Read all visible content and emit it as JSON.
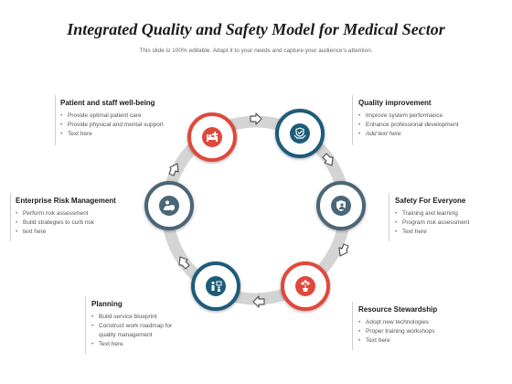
{
  "title": "Integrated Quality and Safety Model for Medical Sector",
  "subtitle": "This slide is 100% editable. Adapt it to your needs and capture your audience's attention.",
  "colors": {
    "red": "#e0483a",
    "blue": "#1d5b7a",
    "slate": "#4a6678",
    "ring": "#d4d4d4"
  },
  "items": [
    {
      "heading": "Patient and staff well-being",
      "bullets": [
        "Provide optimal patient care",
        "Provide physical and mental support",
        "Text here"
      ],
      "icon": "patient-bed-icon",
      "color": "red"
    },
    {
      "heading": "Quality improvement",
      "bullets": [
        "Improve system performance",
        "Enhance professional development",
        "Add text here"
      ],
      "icon": "hands-check-shield-icon",
      "color": "blue"
    },
    {
      "heading": "Safety For Everyone",
      "bullets": [
        "Training and learning",
        "Program risk assessment",
        "Text here"
      ],
      "icon": "shield-person-icon",
      "color": "slate"
    },
    {
      "heading": "Resource Stewardship",
      "bullets": [
        "Adopt new technologies",
        "Proper training workshops",
        "Text here"
      ],
      "icon": "plant-money-icon",
      "color": "red"
    },
    {
      "heading": "Planning",
      "bullets": [
        "Build service blueprint",
        "Construct work roadmap for",
        "quality management",
        "Text here"
      ],
      "icon": "people-chart-icon",
      "color": "blue"
    },
    {
      "heading": "Enterprise Risk Management",
      "bullets": [
        "Perform risk assessment",
        "Build strategies to curb risk",
        "text here"
      ],
      "icon": "person-shield-icon",
      "color": "slate"
    }
  ]
}
